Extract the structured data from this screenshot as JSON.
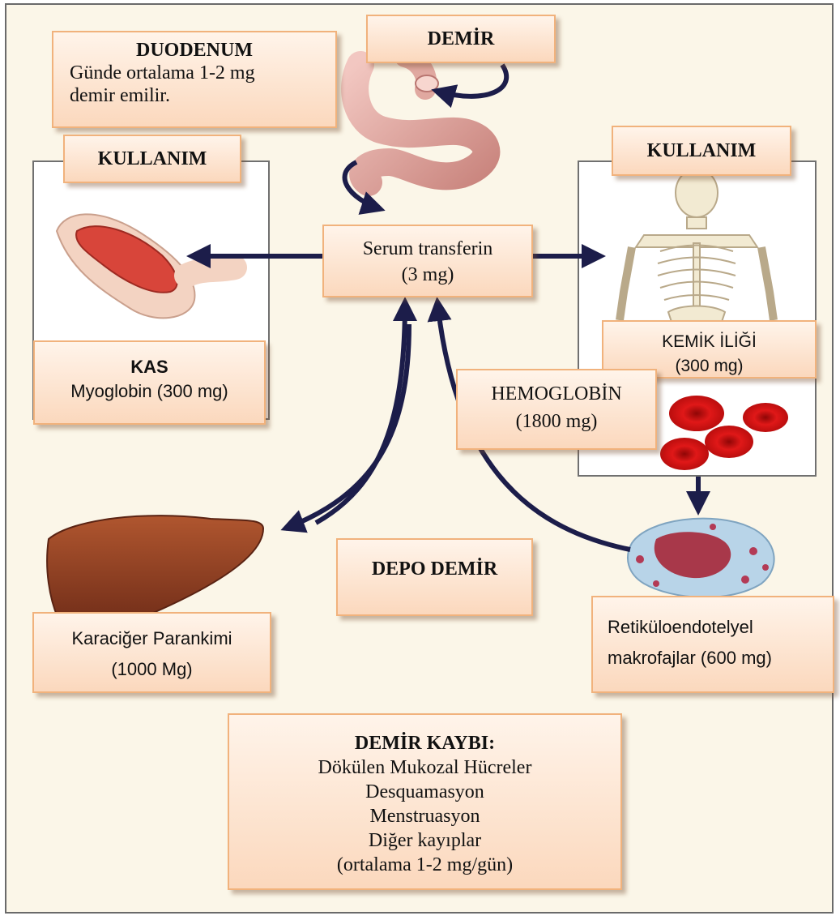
{
  "duodenum": {
    "title": "DUODENUM",
    "line1": "Günde ortalama 1-2 mg",
    "line2": "demir emilir."
  },
  "demir": {
    "label": "DEMİR"
  },
  "kullanim_left": {
    "label": "KULLANIM"
  },
  "kullanim_right": {
    "label": "KULLANIM"
  },
  "serum": {
    "line1": "Serum transferin",
    "line2": "(3 mg)"
  },
  "kas": {
    "title": "KAS",
    "line1": "Myoglobin (300 mg)"
  },
  "kemik": {
    "line1": "KEMİK İLİĞİ",
    "line2": "(300 mg)"
  },
  "hemoglobin": {
    "line1": "HEMOGLOBİN",
    "line2": "(1800 mg)"
  },
  "depo": {
    "label": "DEPO DEMİR"
  },
  "karaciger": {
    "line1": "Karaciğer Parankimi",
    "line2": "(1000 Mg)"
  },
  "retikulo": {
    "line1": "Retiküloendotelyel",
    "line2": "makrofajlar (600 mg)"
  },
  "kayip": {
    "title": "DEMİR KAYBI:",
    "items": [
      "Dökülen Mukozal Hücreler",
      "Desquamasyon",
      "Menstruasyon",
      "Diğer kayıplar",
      "(ortalama 1-2 mg/gün)"
    ]
  },
  "colors": {
    "arrow": "#1c1d4a",
    "box_border": "#f1b27c",
    "box_fill": "#fbd8bd",
    "blood": "#d81414"
  }
}
